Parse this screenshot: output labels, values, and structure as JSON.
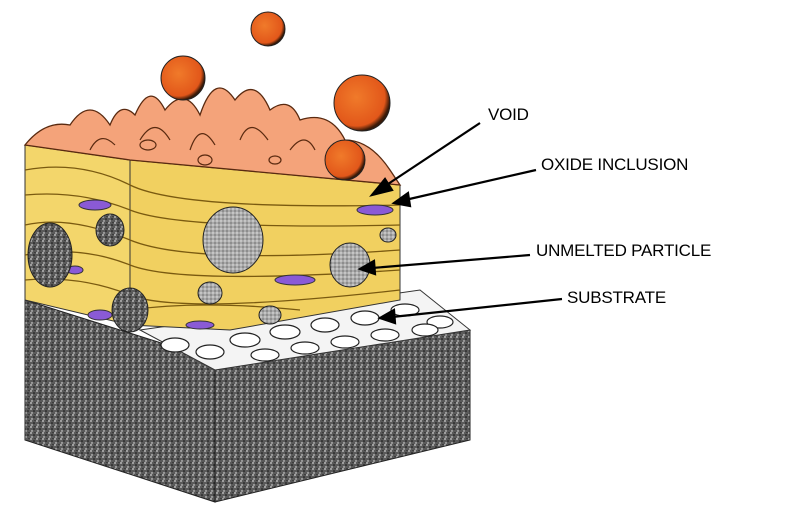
{
  "labels": {
    "void": "VOID",
    "oxide_inclusion": "OXIDE INCLUSION",
    "unmelted_particle": "UNMELTED PARTICLE",
    "substrate": "SUBSTRATE"
  },
  "colors": {
    "coating": "#f3d66b",
    "splat_top": "#f4a37a",
    "droplet": "#e8631c",
    "oxide": "#8a5ad6",
    "substrate": "#555555",
    "particle": "#bbbbbb"
  }
}
